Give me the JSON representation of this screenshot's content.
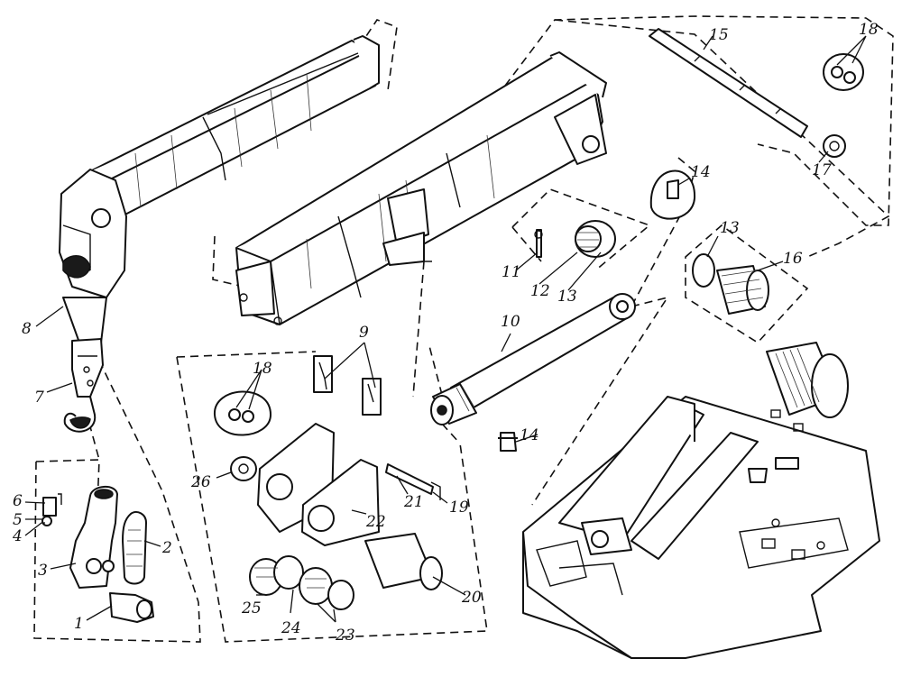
{
  "callouts": [
    {
      "id": "1",
      "text": "1"
    },
    {
      "id": "2",
      "text": "2"
    },
    {
      "id": "3",
      "text": "3"
    },
    {
      "id": "4",
      "text": "4"
    },
    {
      "id": "5",
      "text": "5"
    },
    {
      "id": "6",
      "text": "6"
    },
    {
      "id": "7",
      "text": "7"
    },
    {
      "id": "8",
      "text": "8"
    },
    {
      "id": "9",
      "text": "9"
    },
    {
      "id": "10",
      "text": "10"
    },
    {
      "id": "11",
      "text": "11"
    },
    {
      "id": "12",
      "text": "12"
    },
    {
      "id": "13a",
      "text": "13"
    },
    {
      "id": "13b",
      "text": "13"
    },
    {
      "id": "14a",
      "text": "14"
    },
    {
      "id": "14b",
      "text": "14"
    },
    {
      "id": "15",
      "text": "15"
    },
    {
      "id": "16",
      "text": "16"
    },
    {
      "id": "17",
      "text": "17"
    },
    {
      "id": "18a",
      "text": "18"
    },
    {
      "id": "18b",
      "text": "18"
    },
    {
      "id": "19",
      "text": "19"
    },
    {
      "id": "20",
      "text": "20"
    },
    {
      "id": "21",
      "text": "21"
    },
    {
      "id": "22",
      "text": "22"
    },
    {
      "id": "23",
      "text": "23"
    },
    {
      "id": "24",
      "text": "24"
    },
    {
      "id": "25",
      "text": "25"
    },
    {
      "id": "26",
      "text": "26"
    }
  ]
}
